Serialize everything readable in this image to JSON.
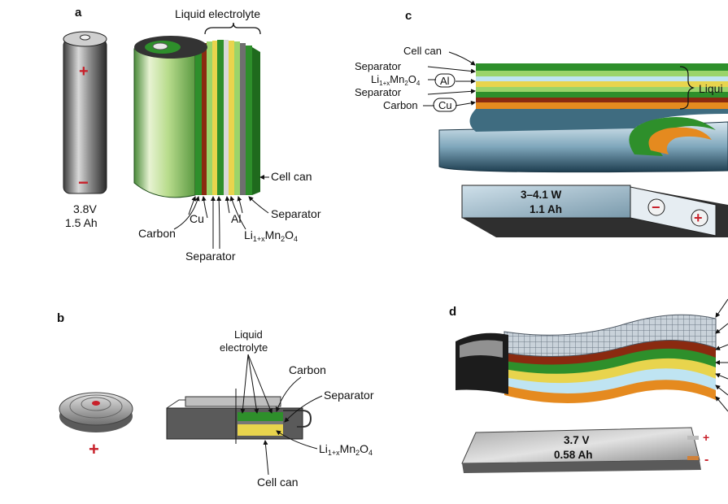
{
  "panel_a": {
    "letter": "a",
    "small_cell": {
      "voltage": "3.8V",
      "capacity": "1.5 Ah",
      "plus": "+",
      "minus": "−"
    },
    "labels": {
      "liquid_electrolyte": "Liquid electrolyte",
      "cell_can": "Cell can",
      "cu": "Cu",
      "carbon": "Carbon",
      "al": "Al",
      "separator_right": "Separator",
      "lmo_prefix": "Li",
      "lmo_sub": "1+x",
      "lmo_mid": "Mn",
      "lmo_sub2": "2",
      "lmo_end": "O",
      "lmo_sub3": "4",
      "separator_bottom": "Separator"
    }
  },
  "panel_b": {
    "letter": "b",
    "plus": "+",
    "labels": {
      "liquid_electrolyte_1": "Liquid",
      "liquid_electrolyte_2": "electrolyte",
      "carbon": "Carbon",
      "separator": "Separator",
      "lmo_prefix": "Li",
      "lmo_sub": "1+x",
      "lmo_mid": "Mn",
      "lmo_sub2": "2",
      "lmo_end": "O",
      "lmo_sub3": "4",
      "cell_can": "Cell can"
    }
  },
  "panel_c": {
    "letter": "c",
    "labels": {
      "cell_can": "Cell can",
      "separator_1": "Separator",
      "lmo_prefix": "Li",
      "lmo_sub": "1+x",
      "lmo_mid": "Mn",
      "lmo_sub2": "2",
      "lmo_end": "O",
      "lmo_sub3": "4",
      "al": "Al",
      "separator_2": "Separator",
      "carbon": "Carbon",
      "cu": "Cu",
      "liquid_cut": "Liqui"
    },
    "spec_power": "3–4.1 W",
    "spec_capacity": "1.1 Ah",
    "minus": "−",
    "plus": "+"
  },
  "panel_d": {
    "letter": "d",
    "spec_voltage": "3.7 V",
    "spec_capacity": "0.58 Ah",
    "plus": "+",
    "minus": "-"
  },
  "colors": {
    "green_dark": "#2e8f2b",
    "green_light": "#9bd46a",
    "brown": "#8a2a10",
    "yellow": "#e8d44d",
    "orange": "#e58a1f",
    "red_terminal": "#c8202a"
  }
}
